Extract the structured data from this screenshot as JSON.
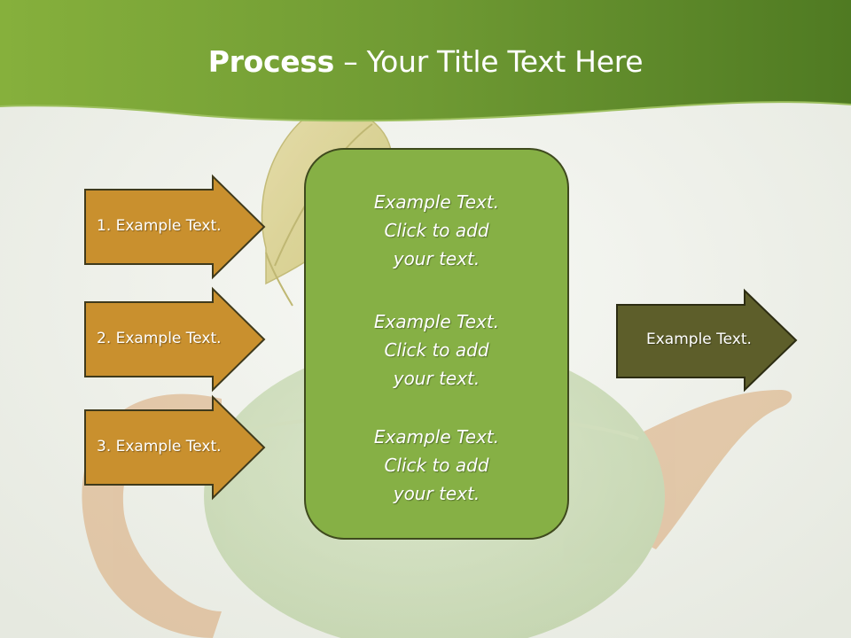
{
  "title": {
    "bold": "Process",
    "rest": " – Your Title Text Here"
  },
  "colors": {
    "header_green": "#7ba33a",
    "arrow_orange": "#c9902e",
    "arrow_olive": "#5d5e2a",
    "box_green": "#86b045"
  },
  "left_arrows": [
    {
      "label": "1. Example Text."
    },
    {
      "label": "2. Example Text."
    },
    {
      "label": "3. Example Text."
    }
  ],
  "center_box": {
    "blocks": [
      {
        "lines": [
          "Example Text.",
          "Click  to add",
          "your text."
        ]
      },
      {
        "lines": [
          "Example Text.",
          "Click  to add",
          "your text."
        ]
      },
      {
        "lines": [
          "Example Text.",
          "Click  to add",
          "your text."
        ]
      }
    ]
  },
  "right_arrow": {
    "label": "Example Text."
  }
}
